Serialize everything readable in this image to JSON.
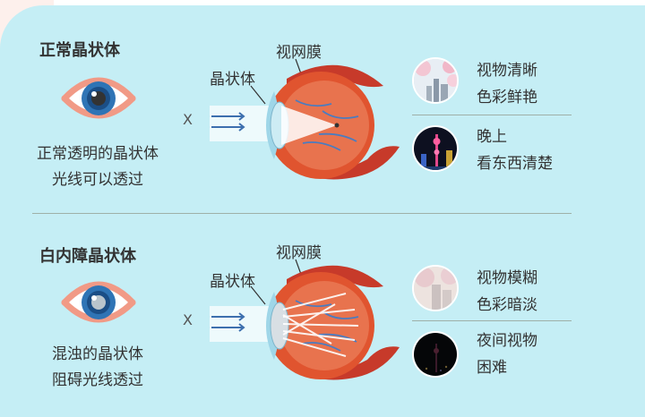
{
  "normal": {
    "heading": "正常晶状体",
    "desc_line1": "正常透明的晶状体",
    "desc_line2": "光线可以透过",
    "retina_label": "视网膜",
    "lens_label": "晶状体",
    "x_mark": "X",
    "result1_line1": "视物清晰",
    "result1_line2": "色彩鲜艳",
    "result2_line1": "晚上",
    "result2_line2": "看东西清楚"
  },
  "cataract": {
    "heading": "白内障晶状体",
    "desc_line1": "混浊的晶状体",
    "desc_line2": "阻碍光线透过",
    "retina_label": "视网膜",
    "lens_label": "晶状体",
    "x_mark": "X",
    "result1_line1": "视物模糊",
    "result1_line2": "色彩暗淡",
    "result2_line1": "夜间视物",
    "result2_line2": "困难"
  },
  "colors": {
    "background": "#c5eef5",
    "corner": "#fdf0ec",
    "iris": "#2f74b5",
    "eyeball": "#e0542f",
    "muscle": "#c73a2a",
    "arrow": "#3d6fae"
  }
}
